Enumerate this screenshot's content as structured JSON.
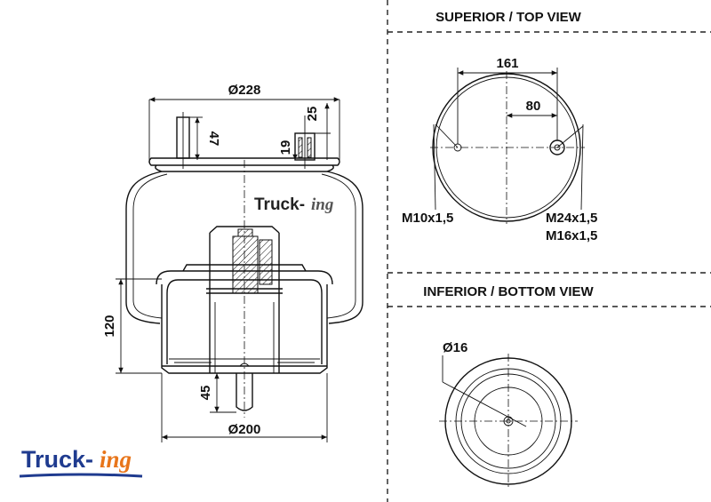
{
  "views": {
    "top_title": "SUPERIOR / TOP VIEW",
    "bottom_title": "INFERIOR / BOTTOM VIEW"
  },
  "side_view": {
    "dim_top_diameter": "Ø228",
    "dim_stud_height": "47",
    "dim_nut_height": "25",
    "dim_plate_gap": "19",
    "dim_piston_height": "120",
    "dim_bottom_stud": "45",
    "dim_piston_diameter": "Ø200"
  },
  "top_view": {
    "dim_bolt_spacing": "161",
    "dim_center_offset": "80",
    "thread_left": "M10x1,5",
    "thread_right_1": "M24x1,5",
    "thread_right_2": "M16x1,5"
  },
  "bottom_view": {
    "dim_hole": "Ø16"
  },
  "brand": {
    "main": "Truck-",
    "suffix": "ing"
  },
  "colors": {
    "brand_blue": "#1f3b8f",
    "brand_orange": "#e8751a",
    "line": "#111111"
  }
}
